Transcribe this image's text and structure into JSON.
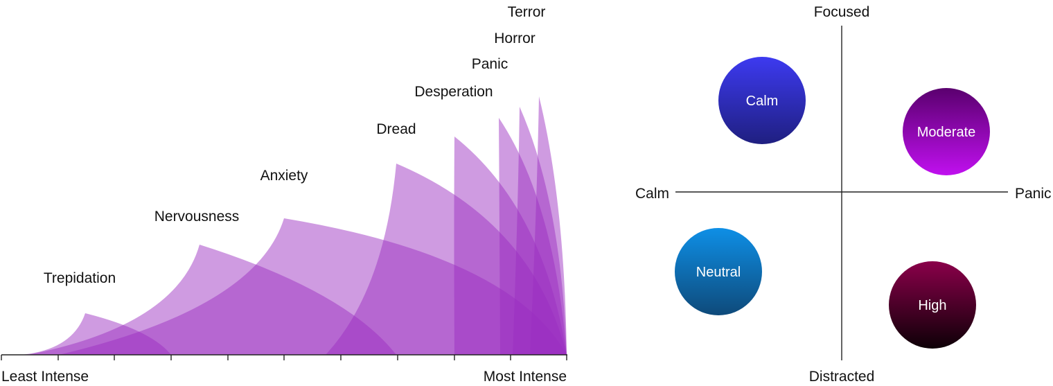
{
  "intensity_scale": {
    "left_label": "Least Intense",
    "right_label": "Most Intense",
    "levels": [
      {
        "name": "Trepidation"
      },
      {
        "name": "Nervousness"
      },
      {
        "name": "Anxiety"
      },
      {
        "name": "Dread"
      },
      {
        "name": "Desperation"
      },
      {
        "name": "Panic"
      },
      {
        "name": "Horror"
      },
      {
        "name": "Terror"
      }
    ],
    "fill_color": "#9b2fc0"
  },
  "quadrant": {
    "axis_top": "Focused",
    "axis_bottom": "Distracted",
    "axis_left": "Calm",
    "axis_right": "Panic",
    "nodes": [
      {
        "label": "Calm",
        "color_top": "#3d3af0",
        "color_bottom": "#1f1f80"
      },
      {
        "label": "Moderate",
        "color_top": "#5a006e",
        "color_bottom": "#c010ef"
      },
      {
        "label": "Neutral",
        "color_top": "#0e8fe6",
        "color_bottom": "#0e4a7a"
      },
      {
        "label": "High",
        "color_top": "#8a004a",
        "color_bottom": "#0e0007"
      }
    ]
  }
}
